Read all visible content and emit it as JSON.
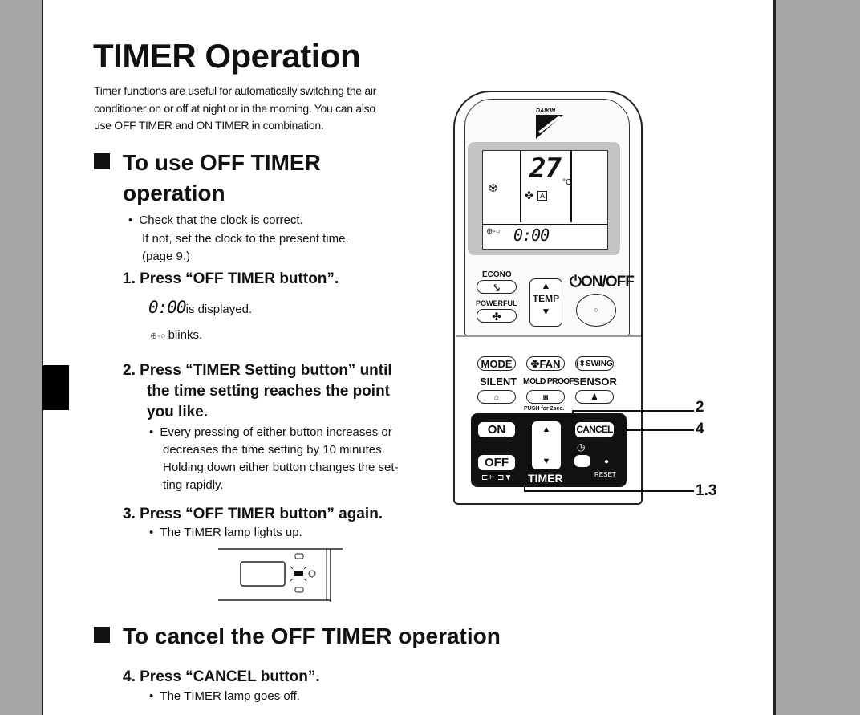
{
  "title": "TIMER Operation",
  "intro": [
    "Timer functions are useful for automatically switching the air",
    "conditioner on or off at night or in the morning. You can also",
    "use OFF TIMER and ON TIMER in combination."
  ],
  "section1": {
    "heading_line1": "To use OFF TIMER",
    "heading_line2": "operation",
    "pre_bullet": [
      "Check that the clock is correct.",
      "If not, set the clock to the present time.",
      "(page 9.)"
    ],
    "step1": {
      "label": "1. Press “OFF TIMER button”.",
      "display_value": "0:00",
      "display_text": "is displayed.",
      "blink_text": "blinks."
    },
    "step2": {
      "lines": [
        "2. Press “TIMER Setting button” until",
        "the time setting reaches the point",
        "you like."
      ],
      "bullet": [
        "Every pressing of either button increases or",
        "decreases the time setting by 10 minutes.",
        "Holding down either button changes the set-",
        "ting rapidly."
      ]
    },
    "step3": {
      "label": "3. Press “OFF TIMER button” again.",
      "bullet": "The TIMER lamp lights up."
    }
  },
  "section2": {
    "heading": "To cancel the OFF TIMER operation",
    "step4": {
      "label": "4. Press “CANCEL button”.",
      "bullet": "The TIMER lamp goes off."
    }
  },
  "remote": {
    "brand": "DAIKIN",
    "temp": "27",
    "unit": "°C",
    "fan_mode": "A",
    "clock": "0:00",
    "econo": "ECONO",
    "powerful": "POWERFUL",
    "temp_label": "TEMP",
    "onoff": "ON/OFF",
    "mode": "MODE",
    "fan": "FAN",
    "swing": "SWING",
    "silent": "SILENT",
    "mold_proof": "MOLD PROOF",
    "sensor": "SENSOR",
    "push_note": "PUSH for 2sec.",
    "on": "ON",
    "off": "OFF",
    "cancel": "CANCEL",
    "timer": "TIMER",
    "reset": "RESET"
  },
  "callouts": [
    "2",
    "4",
    "1.3"
  ]
}
